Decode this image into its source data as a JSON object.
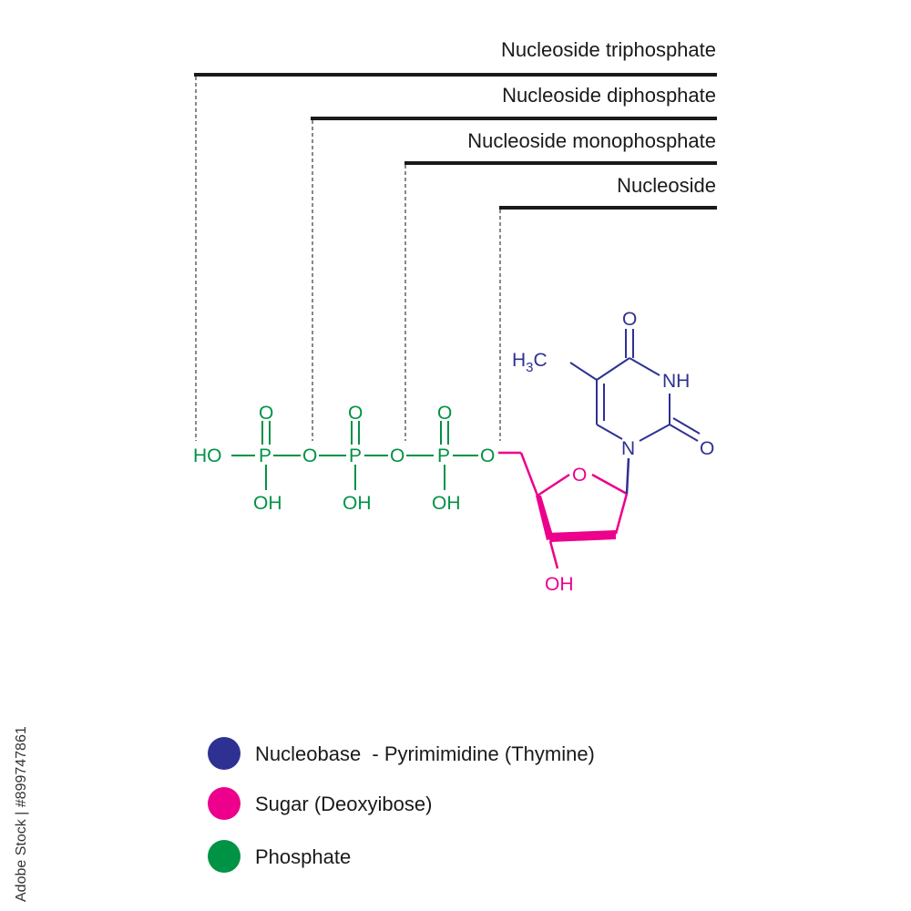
{
  "colors": {
    "nucleobase": "#2e3192",
    "sugar": "#ec008c",
    "phosphate": "#009245",
    "bracket": "#1a1a1a",
    "guide": "#888888"
  },
  "brackets": {
    "triphosphate": "Nucleoside triphosphate",
    "diphosphate": "Nucleoside diphosphate",
    "monophosphate": "Nucleoside monophosphate",
    "nucleoside": "Nucleoside"
  },
  "molecule": {
    "phosphate": {
      "ho": "HO",
      "p1": "P",
      "p2": "P",
      "p3": "P",
      "o_link1": "O",
      "o_link2": "O",
      "o_link3": "O",
      "o_top1": "O",
      "o_top2": "O",
      "o_top3": "O",
      "oh1": "OH",
      "oh2": "OH",
      "oh3": "OH"
    },
    "sugar": {
      "ring_o": "O",
      "oh": "OH"
    },
    "base": {
      "o_top": "O",
      "nh": "NH",
      "o_right": "O",
      "n": "N",
      "methyl_h": "H",
      "methyl_sub": "3",
      "methyl_c": "C"
    }
  },
  "legend": [
    {
      "label": "Nucleobase  - Pyrimimidine (Thymine)",
      "color": "#2e3192"
    },
    {
      "label": "Sugar (Deoxyibose)",
      "color": "#ec008c"
    },
    {
      "label": "Phosphate",
      "color": "#009245"
    }
  ],
  "credit": "Adobe Stock | #899747861"
}
